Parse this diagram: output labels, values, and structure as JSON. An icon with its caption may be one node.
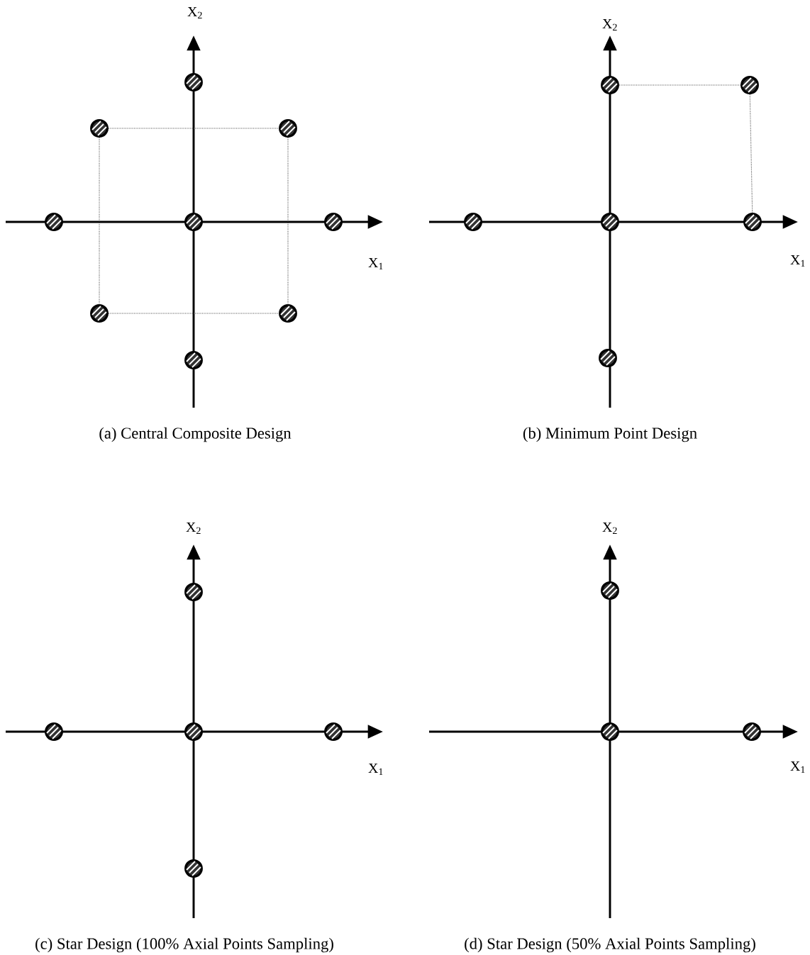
{
  "diagram": {
    "nodes": [
      {
        "text": [],
        "shape": "circle"
      },
      {
        "text": [],
        "shape": "circle"
      },
      {
        "text": [],
        "shape": "circle"
      },
      {
        "text": [],
        "shape": "circle"
      },
      {
        "text": [],
        "shape": "circle"
      },
      {
        "text": [],
        "shape": "circle"
      },
      {
        "text": [],
        "shape": "circle"
      },
      {
        "text": [],
        "shape": "circle"
      },
      {
        "text": [],
        "shape": "circle"
      },
      {
        "text": [],
        "shape": "circle"
      },
      {
        "text": [],
        "shape": "circle"
      },
      {
        "text": [],
        "shape": "circle"
      },
      {
        "text": [],
        "shape": "circle"
      },
      {
        "text": [],
        "shape": "circle"
      },
      {
        "text": [],
        "shape": "circle"
      },
      {
        "text": [],
        "shape": "circle"
      },
      {
        "text": [],
        "shape": "circle"
      },
      {
        "text": [],
        "shape": "circle"
      },
      {
        "text": [],
        "shape": "circle"
      },
      {
        "text": [],
        "shape": "circle"
      },
      {
        "text": [],
        "shape": "circle"
      },
      {
        "text": [],
        "shape": "circle"
      },
      {
        "text": [],
        "shape": "circle"
      }
    ],
    "edges": [
      {
        "from": 1,
        "to": 2,
        "arrow": "none",
        "style": "dashed"
      },
      {
        "from": 1,
        "to": 6,
        "arrow": "none",
        "style": "dashed"
      },
      {
        "from": 2,
        "to": 7,
        "arrow": "none",
        "style": "dashed"
      },
      {
        "from": 6,
        "to": 7,
        "arrow": "none",
        "style": "dashed"
      },
      {
        "from": 9,
        "to": 10,
        "arrow": "none",
        "style": "dashed"
      },
      {
        "from": 10,
        "to": 13,
        "arrow": "none",
        "style": "dashed"
      }
    ],
    "labels": [
      "X$_{2}$",
      "X$_{2}$",
      "X$_{1}$",
      "X$_{1}$",
      "(a) Central Composite Design",
      "(b) Minimum Point Design",
      "X$_{2}$",
      "X$_{2}$",
      "X$_{1}$",
      "X$_{1}$",
      "(c) Star Design (100% Axial Points Sampling)",
      "(d) Star Design (50% Axial Points Sampling)"
    ]
  }
}
